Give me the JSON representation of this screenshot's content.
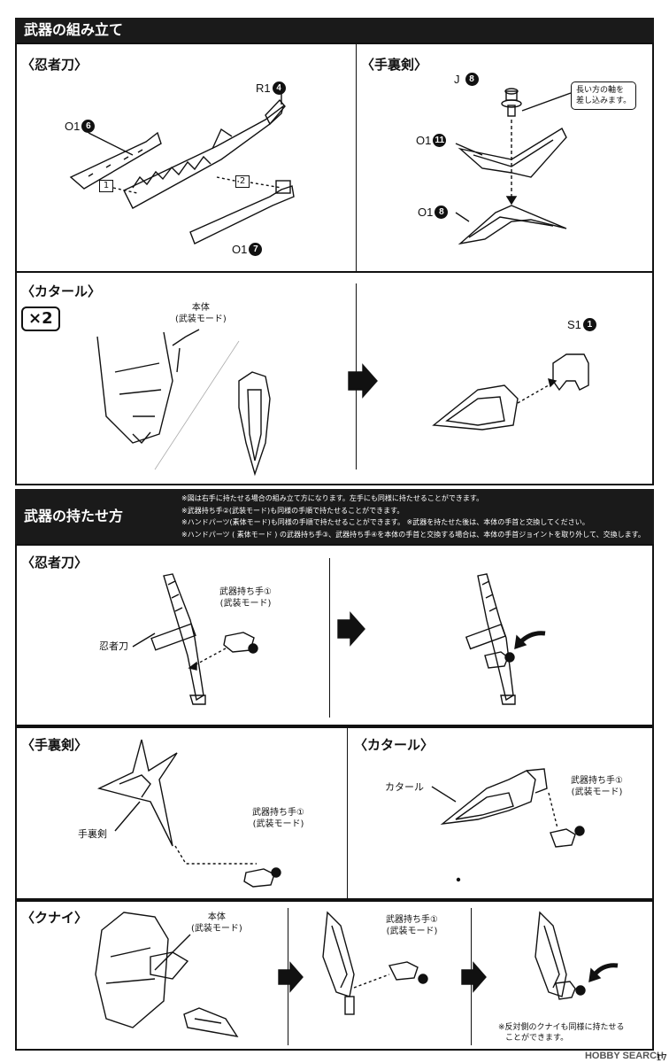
{
  "assembly": {
    "header": "武器の組み立て",
    "ninjato": {
      "title": "〈忍者刀〉",
      "parts": [
        {
          "code": "R1",
          "num": "4"
        },
        {
          "code": "O1",
          "num": "6"
        },
        {
          "code": "O1",
          "num": "7"
        }
      ],
      "steps": [
        "1",
        "2"
      ]
    },
    "shuriken": {
      "title": "〈手裏剣〉",
      "parts": [
        {
          "code": "J",
          "num": "8"
        },
        {
          "code": "O1",
          "num": "11"
        },
        {
          "code": "O1",
          "num": "8"
        }
      ],
      "note_line1": "長い方の軸を",
      "note_line2": "差し込みます。"
    },
    "katar": {
      "title": "〈カタール〉",
      "multiplier": "×2",
      "body_line1": "本体",
      "body_line2": "(武装モード)",
      "part": {
        "code": "S1",
        "num": "1"
      }
    }
  },
  "holding": {
    "header": "武器の持たせ方",
    "notes": [
      "※図は右手に持たせる場合の組み立て方になります。左手にも同様に持たせることができます。",
      "※武器持ち手②(武装モード)も同様の手順で持たせることができます。",
      "※ハンドパーツ(素体モード)も同様の手順で持たせることができます。 ※武器を持たせた後は、本体の手首と交換してください。",
      "※ハンドパーツ ( 素体モード ) の武器持ち手③、武器持ち手④を本体の手首と交換する場合は、本体の手首ジョイントを取り外して、交換します。"
    ],
    "ninjato": {
      "title": "〈忍者刀〉",
      "weapon_label": "忍者刀",
      "hand_line1": "武器持ち手①",
      "hand_line2": "(武装モード)"
    },
    "shuriken": {
      "title": "〈手裏剣〉",
      "weapon_label": "手裏剣",
      "hand_line1": "武器持ち手①",
      "hand_line2": "(武装モード)"
    },
    "katar": {
      "title": "〈カタール〉",
      "weapon_label": "カタール",
      "hand_line1": "武器持ち手①",
      "hand_line2": "(武装モード)"
    },
    "kunai": {
      "title": "〈クナイ〉",
      "body_line1": "本体",
      "body_line2": "(武装モード)",
      "hand_line1": "武器持ち手①",
      "hand_line2": "(武装モード)",
      "note_line1": "※反対側のクナイも同様に持たせる",
      "note_line2": "ことができます。"
    }
  },
  "footer": {
    "watermark": "HOBBY SEARCH",
    "page": "17"
  }
}
